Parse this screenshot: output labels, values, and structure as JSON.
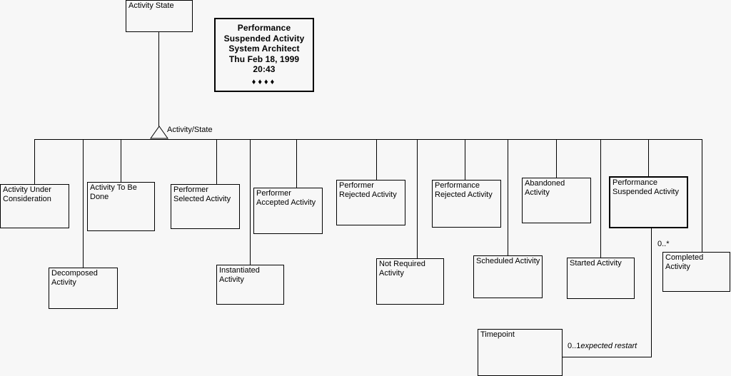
{
  "diagram": {
    "title": "Activity State",
    "generalization_label": "Activity/State",
    "background_color": "#f7f7f7",
    "line_color": "#000000"
  },
  "title_block": {
    "lines": [
      "Performance",
      "Suspended Activity",
      "System Architect",
      "Thu Feb 18, 1999",
      "20:43"
    ],
    "dots": "♦♦♦♦"
  },
  "root": {
    "label": "Activity State"
  },
  "subclasses": [
    {
      "label": "Activity Under\nConsideration",
      "selected": false
    },
    {
      "label": "Activity To Be\nDone",
      "selected": false
    },
    {
      "label": "Performer\nSelected Activity",
      "selected": false
    },
    {
      "label": "Performer\nAccepted Activity",
      "selected": false
    },
    {
      "label": "Performer\nRejected Activity",
      "selected": false
    },
    {
      "label": "Performance\nRejected Activity",
      "selected": false
    },
    {
      "label": "Abandoned\nActivity",
      "selected": false
    },
    {
      "label": "Performance\nSuspended Activity",
      "selected": true
    },
    {
      "label": "Decomposed\nActivity",
      "selected": false
    },
    {
      "label": "Instantiated Activity",
      "selected": false
    },
    {
      "label": "Not Required\nActivity",
      "selected": false
    },
    {
      "label": "Scheduled Activity",
      "selected": false
    },
    {
      "label": "Started Activity",
      "selected": false
    },
    {
      "label": "Completed Activity",
      "selected": false
    }
  ],
  "other_classes": [
    {
      "label": "Timepoint"
    }
  ],
  "associations": [
    {
      "name": "completed-multiplicity",
      "multiplicity": "0..*"
    },
    {
      "name": "expected-restart",
      "multiplicity": "0..1",
      "role": "expected restart"
    }
  ]
}
